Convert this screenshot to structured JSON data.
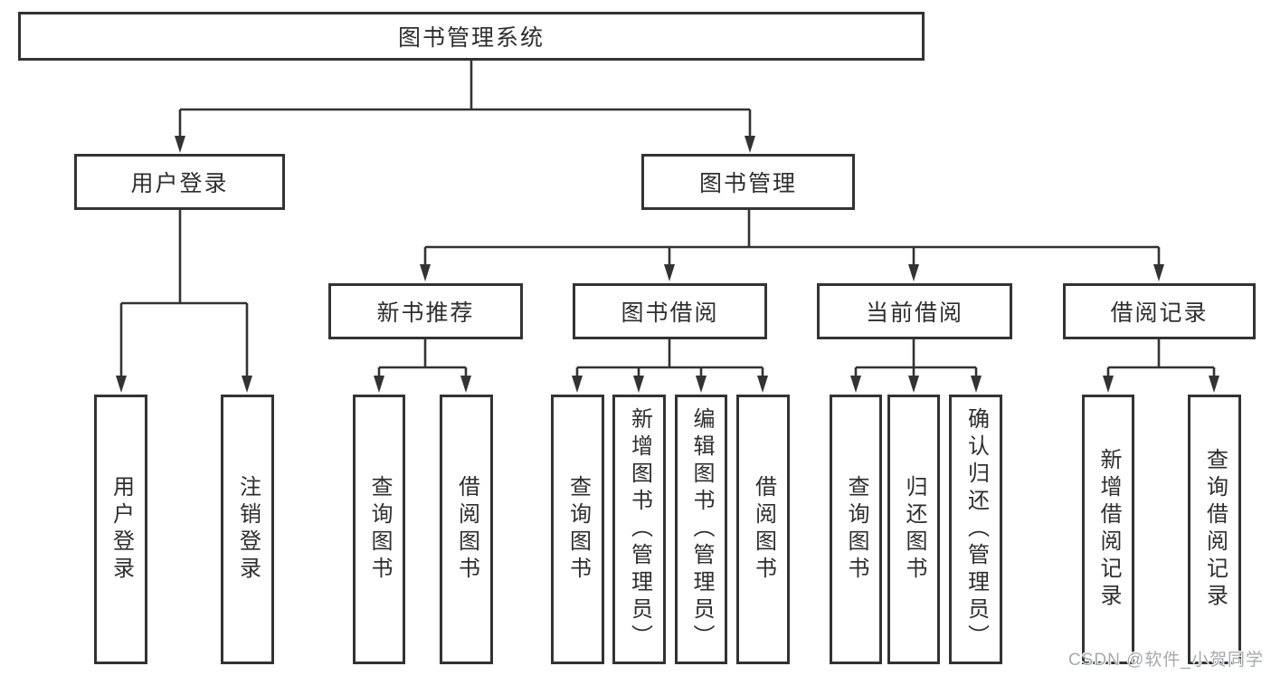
{
  "tree": {
    "root": {
      "label": "图书管理系统",
      "children": [
        {
          "label": "用户登录",
          "children": [
            {
              "label": "用户登录"
            },
            {
              "label": "注销登录"
            }
          ]
        },
        {
          "label": "图书管理",
          "children": [
            {
              "label": "新书推荐",
              "children": [
                {
                  "label": "查询图书"
                },
                {
                  "label": "借阅图书"
                }
              ]
            },
            {
              "label": "图书借阅",
              "children": [
                {
                  "label": "查询图书"
                },
                {
                  "label": "新增图书（管理员）"
                },
                {
                  "label": "编辑图书（管理员）"
                },
                {
                  "label": "借阅图书"
                }
              ]
            },
            {
              "label": "当前借阅",
              "children": [
                {
                  "label": "查询图书"
                },
                {
                  "label": "归还图书"
                },
                {
                  "label": "确认归还（管理员）"
                }
              ]
            },
            {
              "label": "借阅记录",
              "children": [
                {
                  "label": "新增借阅记录"
                },
                {
                  "label": "查询借阅记录"
                }
              ]
            }
          ]
        }
      ]
    }
  },
  "watermark": {
    "text": "CSDN @软件_小贺同学"
  },
  "colors": {
    "line": "#333333",
    "box_border": "#333333",
    "text": "#2e2e2e",
    "background": "#ffffff",
    "watermark": "#a4aab0"
  }
}
